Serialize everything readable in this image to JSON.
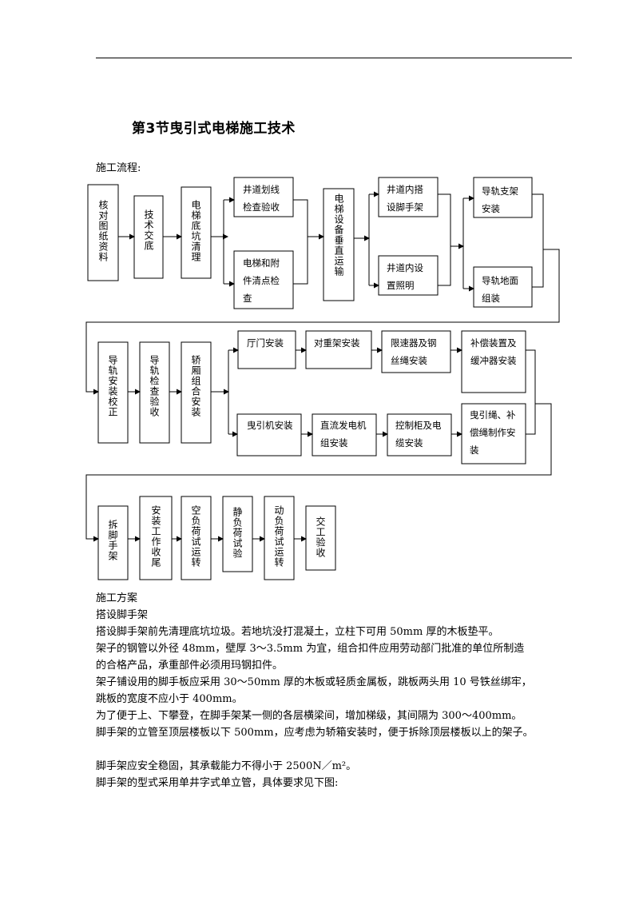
{
  "document": {
    "title": "第3节曳引式电梯施工技术",
    "flow_label": "施工流程:"
  },
  "flow": {
    "row1": {
      "b1": "核对图纸资料",
      "b2": "技术交底",
      "b3": "电梯底坑清理",
      "b4": "井道划线\n检查验收",
      "b5": "电梯和附\n件清点检\n查",
      "b6": "电梯设备垂直运输",
      "b7": "井道内搭\n设脚手架",
      "b8": "井道内设\n置照明",
      "b9": "导轨支架\n安装",
      "b10": "导轨地面\n组装"
    },
    "row2": {
      "b1": "导轨安装校正",
      "b2": "导轨检查验收",
      "b3": "轿厢组合安装",
      "b4": "厅门安装",
      "b5": "对重架安装",
      "b6": "限速器及钢\n丝绳安装",
      "b7": "补偿装置及\n缓冲器安装",
      "b8": "曳引机安装",
      "b9": "直流发电机\n组安装",
      "b10": "控制柜及电\n缆安装",
      "b11": "曳引绳、补\n偿绳制作安\n装"
    },
    "row3": {
      "b1": "拆脚手架",
      "b2": "安装工作收尾",
      "b3": "空负荷试运转",
      "b4": "静负荷试验",
      "b5": "动负荷试运转",
      "b6": "交工验收"
    }
  },
  "body": {
    "heading1": "施工方案",
    "heading2": "搭设脚手架",
    "p1": "搭设脚手架前先清理底坑垃圾。若地坑没打混凝土，立柱下可用 50mm 厚的木板垫平。",
    "p2a": "架子的钢管以外径 48mm，壁厚 3～3.5mm 为宜，组合扣件应用劳动部门批准的单位所制造",
    "p2b": "的合格产品，承重部件必须用玛钢扣件。",
    "p3a": "架子铺设用的脚手板应采用 30～50mm 厚的木板或轻质金属板，跳板两头用 10 号铁丝绑牢，",
    "p3b": "跳板的宽度不应小于 400mm。",
    "p4": "为了便于上、下攀登，在脚手架某一侧的各层横梁间，增加梯级，其间隔为 300～400mm。",
    "p5": "脚手架的立管至顶层楼板以下 500mm，应考虑为轿箱安装时，便于拆除顶层楼板以上的架子。",
    "p6": "脚手架应安全稳固，其承载能力不得小于 2500N／m²。",
    "p7": "脚手架的型式采用单井字式单立管，具体要求见下图:"
  }
}
